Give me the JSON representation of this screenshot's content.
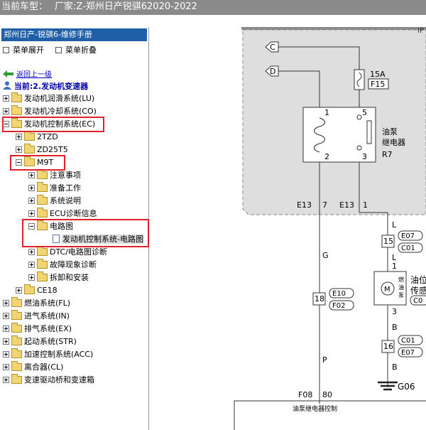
{
  "topbar": {
    "label": "当前车型：",
    "vehicle": "厂家:Z-郑州日产锐骐62020-2022"
  },
  "sidebar": {
    "manual_title": "郑州日产-锐骐6-维修手册",
    "expand_menu": "菜单展开",
    "collapse_menu": "菜单折叠",
    "back_link": "返回上一级",
    "current": "当前:2.发动机变速器",
    "tree": [
      {
        "label": "发动机润滑系统(LU)"
      },
      {
        "label": "发动机冷却系统(CO)"
      },
      {
        "label": "发动机控制系统(EC)"
      },
      {
        "label": "2TZD"
      },
      {
        "label": "ZD25T5"
      },
      {
        "label": "M9T"
      },
      {
        "label": "注意事项"
      },
      {
        "label": "准备工作"
      },
      {
        "label": "系统说明"
      },
      {
        "label": "ECU诊断信息"
      },
      {
        "label": "电路图"
      },
      {
        "label": "发动机控制系统-电路图"
      },
      {
        "label": "DTC/电路图诊断"
      },
      {
        "label": "故障现象诊断"
      },
      {
        "label": "拆卸和安装"
      },
      {
        "label": "CE18"
      },
      {
        "label": "燃油系统(FL)"
      },
      {
        "label": "进气系统(IN)"
      },
      {
        "label": "排气系统(EX)"
      },
      {
        "label": "起动系统(STR)"
      },
      {
        "label": "加速控制系统(ACC)"
      },
      {
        "label": "离合器(CL)"
      },
      {
        "label": "变速驱动桥和变速箱"
      }
    ]
  },
  "diagram": {
    "connectors": {
      "c": "C",
      "d": "D"
    },
    "fuse": {
      "rating": "15A",
      "id": "F15"
    },
    "relay": {
      "name": "油泵\n继电器",
      "id": "R7",
      "pins": [
        "1",
        "2",
        "3",
        "5"
      ]
    },
    "wire_colors": {
      "g": "G",
      "l": "L",
      "b": "B",
      "p": "P"
    },
    "terminals": {
      "e13_7_conn": "E13",
      "e13_7_pin": "7",
      "e13_1_conn": "E13",
      "e13_1_pin": "1",
      "f08_80_conn": "F08",
      "f08_80_pin": "80"
    },
    "junctions": {
      "j15": "15",
      "j18": "18",
      "j16": "16",
      "l_pin": "1",
      "b_pin": "3"
    },
    "tags": [
      "E07",
      "C01",
      "E10",
      "F02",
      "C01",
      "E07"
    ],
    "sensor": {
      "title": "油位",
      "title2": "传感",
      "inner": "燃\n油\n泵",
      "motor": "M",
      "tag": "C0"
    },
    "ground": "G06",
    "ecu_label": "油泵继电器控制",
    "corner_text": "IP"
  }
}
